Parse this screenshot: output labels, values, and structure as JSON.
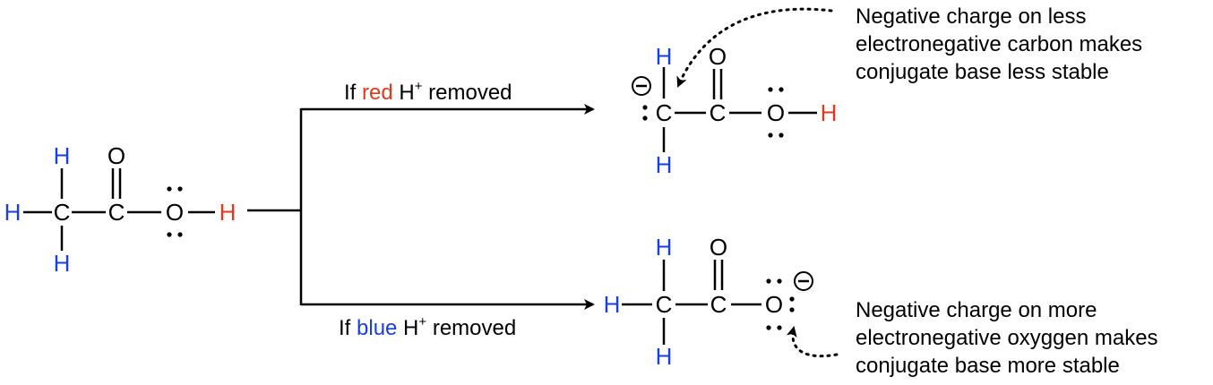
{
  "atoms": {
    "H": "H",
    "C": "C",
    "O": "O",
    "charge": "−"
  },
  "colors": {
    "blue_h": "#1a3ee0",
    "red_h": "#e0391f",
    "ink": "#000000"
  },
  "labels": {
    "top": {
      "prefix": "If ",
      "color_word": "red",
      "h": " H",
      "sup": "+",
      "suffix": " removed"
    },
    "bottom": {
      "prefix": "If ",
      "color_word": "blue",
      "h": " H",
      "sup": "+",
      "suffix": " removed"
    }
  },
  "notes": {
    "top": [
      "Negative charge on less",
      "electronegative carbon makes",
      "conjugate base less stable"
    ],
    "bottom": [
      "Negative charge on more",
      "electronegative oxyggen makes",
      "conjugate base more stable"
    ]
  }
}
